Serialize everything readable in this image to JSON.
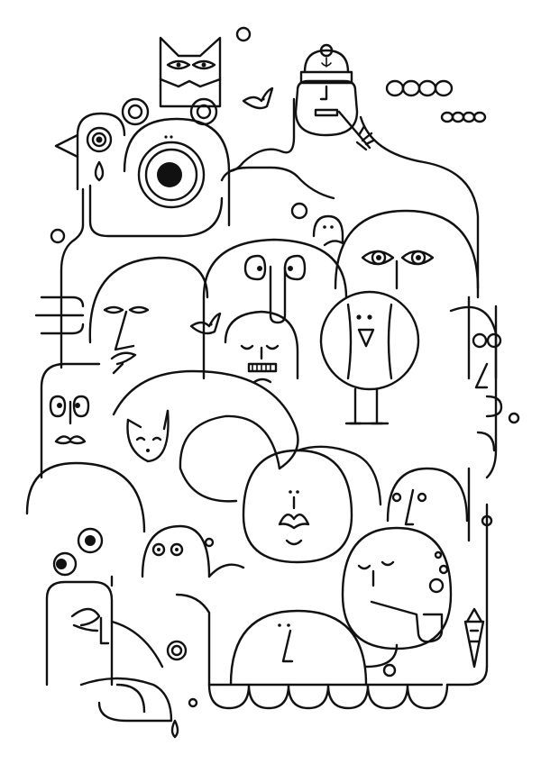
{
  "illustration": {
    "style": "black line-art doodle",
    "stroke_color": "#111111",
    "background_color": "#ffffff",
    "characters": [
      "cat",
      "bird",
      "one-eyed-blob",
      "sailor",
      "flying-bird-top",
      "flying-bird-mid",
      "ghost",
      "man-with-nose",
      "mask-face",
      "sad-face",
      "big-eyes-face",
      "owl",
      "side-face-right",
      "mustache-man",
      "cat-small",
      "big-curl-face",
      "mustache-center",
      "small-face-right",
      "googly-eyes",
      "small-eyes",
      "pipe-smoker",
      "bald-face",
      "hand-face",
      "bubbles",
      "carrot",
      "scallop-border"
    ]
  }
}
